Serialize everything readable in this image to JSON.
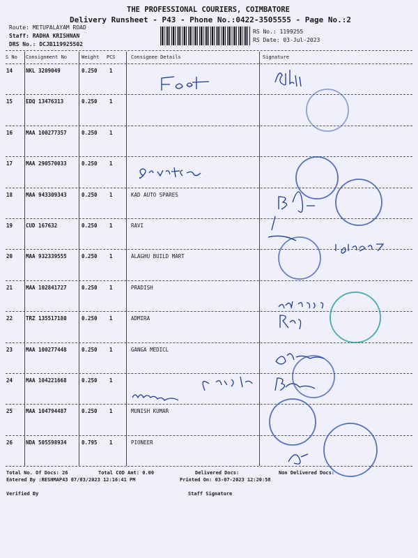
{
  "header": {
    "company": "THE PROFESSIONAL COURIERS, COIMBATORE",
    "subtitle": "Delivery Runsheet - P43 - Phone No.:0422-3505555 - Page No.:2",
    "route": "Route: METUPALAYAM ROAD",
    "staff": "Staff: RADHA KRISHNAN",
    "drs_no": "DRS No.: DCJB119925502",
    "rs_no": "RS No.: 1199255",
    "rs_date": "RS Date: 03-Jul-2023"
  },
  "table": {
    "columns": [
      "S No",
      "Consignment No",
      "Weight",
      "PCS",
      "Consignee Details",
      "Signature"
    ],
    "rows": [
      {
        "sno": "14",
        "cn": "NKL 3209049",
        "weight": "0.250",
        "pcs": "1",
        "consignee": ""
      },
      {
        "sno": "15",
        "cn": "EDQ 13476313",
        "weight": "0.250",
        "pcs": "1",
        "consignee": ""
      },
      {
        "sno": "16",
        "cn": "MAA 100277357",
        "weight": "0.250",
        "pcs": "1",
        "consignee": ""
      },
      {
        "sno": "17",
        "cn": "MAA 290570033",
        "weight": "0.250",
        "pcs": "1",
        "consignee": ""
      },
      {
        "sno": "18",
        "cn": "MAA 943309343",
        "weight": "0.250",
        "pcs": "1",
        "consignee": "KAD AUTO SPARES"
      },
      {
        "sno": "19",
        "cn": "CUD 167632",
        "weight": "0.250",
        "pcs": "1",
        "consignee": "RAVI"
      },
      {
        "sno": "20",
        "cn": "MAA 932339555",
        "weight": "0.250",
        "pcs": "1",
        "consignee": "ALAGHU BUILD MART"
      },
      {
        "sno": "21",
        "cn": "MAA 102841727",
        "weight": "0.250",
        "pcs": "1",
        "consignee": "PRADISH"
      },
      {
        "sno": "22",
        "cn": "TRZ 135517180",
        "weight": "0.250",
        "pcs": "1",
        "consignee": "ADMIRA"
      },
      {
        "sno": "23",
        "cn": "MAA 100277448",
        "weight": "0.250",
        "pcs": "1",
        "consignee": "GANGA MEDICL"
      },
      {
        "sno": "24",
        "cn": "MAA 104221668",
        "weight": "0.250",
        "pcs": "1",
        "consignee": ""
      },
      {
        "sno": "25",
        "cn": "MAA 104794487",
        "weight": "0.250",
        "pcs": "1",
        "consignee": "MUNISH KUMAR"
      },
      {
        "sno": "26",
        "cn": "NDA 505598934",
        "weight": "0.795",
        "pcs": "1",
        "consignee": "PIONEER"
      }
    ]
  },
  "footer": {
    "total_docs": "Total No. Of Docs:  26",
    "total_cod": "Total COD Amt:    0.00",
    "delivered": "Delivered Docs:",
    "non_delivered": "Non Delivered Docs:",
    "entered_by": "Entered By :RESHMAP43 07/03/2023 12:16:41 PM",
    "printed_on": "Printed On: 03-07-2023 12:20:58",
    "verified_by": "Verified By",
    "staff_signature": "Staff Signature"
  },
  "colors": {
    "paper": "#eff0fb",
    "ink": "#1a3a9a",
    "stamp_blue": "#2a4fb0",
    "stamp_teal": "#1a9a9a"
  }
}
